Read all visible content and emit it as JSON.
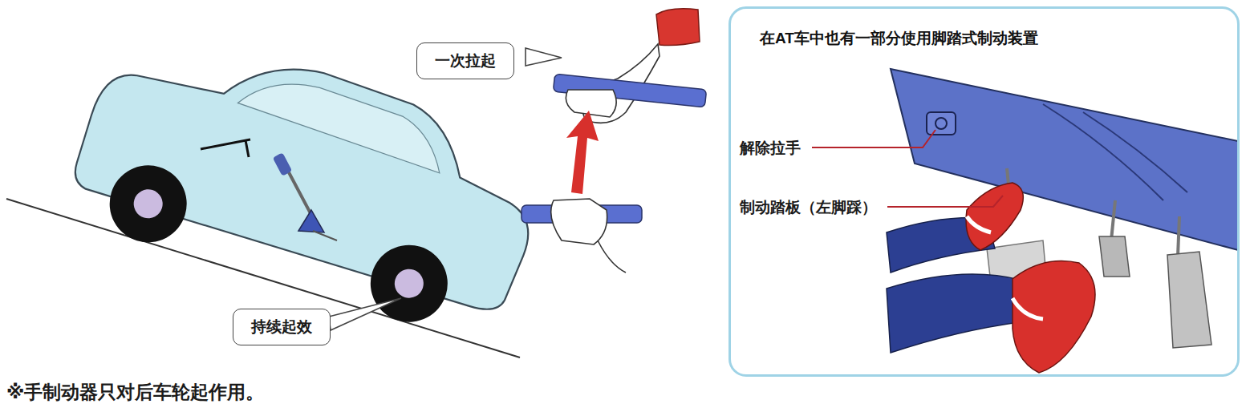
{
  "diagram": {
    "caption": "※手制动器只对后车轮起作用。",
    "nodes": [
      {
        "text": [
          "一次拉起"
        ]
      },
      {
        "text": [
          "持续起效"
        ]
      },
      {
        "text": [
          "在AT车中也有一部分使用脚踏式制动装置"
        ]
      }
    ],
    "labels": [
      "解除拉手",
      "制动踏板（左脚踩）"
    ]
  }
}
